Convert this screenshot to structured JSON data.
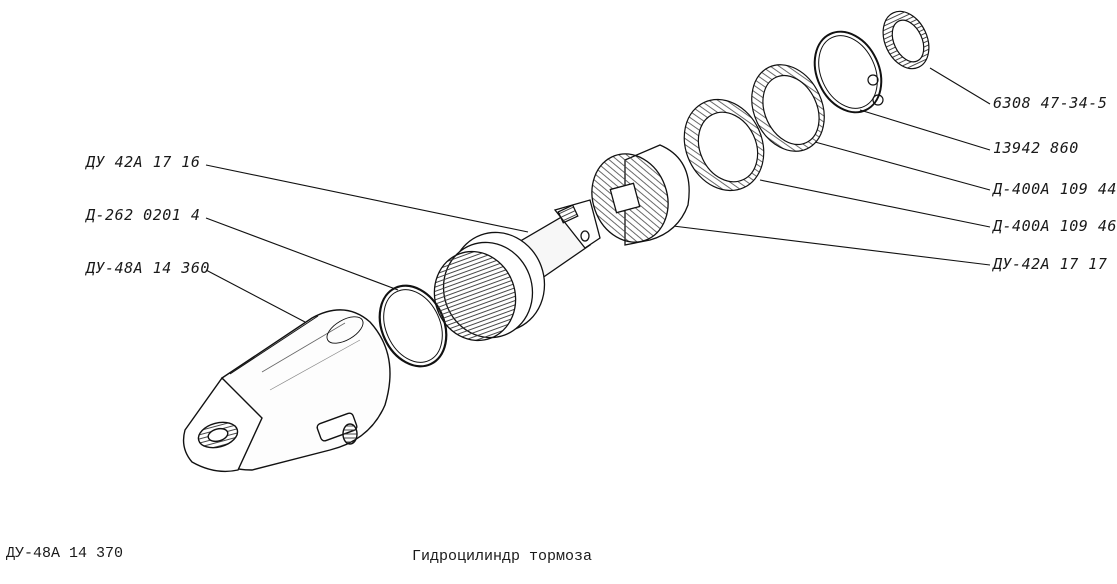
{
  "callouts": {
    "rod_piston": "ДУ 42А 17 16",
    "o_ring": "Д-262 0201 4",
    "cylinder_body": "ДУ-48А 14 360",
    "gland_nut": "ДУ-42А 17 17",
    "seal_ring_1": "Д-400А 109 46",
    "seal_ring_2": "Д-400А 109 44",
    "retaining_ring": "13942 860",
    "bearing": "6308 47-34-5"
  },
  "footer": {
    "drawing_number": "ДУ-48А 14 370",
    "caption": "Гидроцилиндр тормоза"
  }
}
